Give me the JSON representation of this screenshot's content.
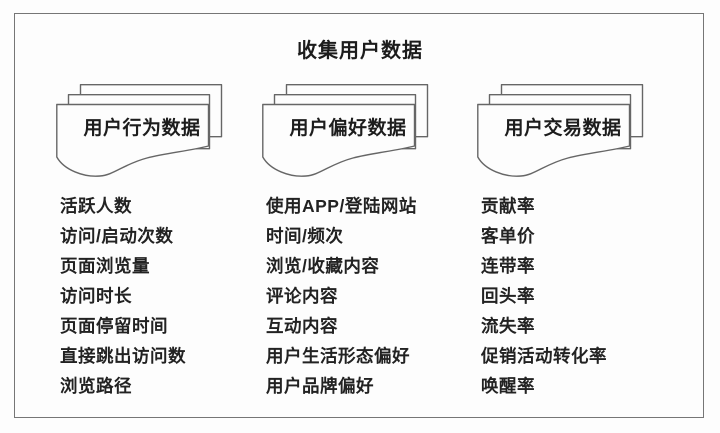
{
  "title": "收集用户数据",
  "colors": {
    "background": "#fdfdfd",
    "frame_border": "#767676",
    "sheet_stroke": "#666666",
    "text": "#222222"
  },
  "columns": [
    {
      "id": "user-behavior-data",
      "doc_label": "用户行为数据",
      "icon": "stacked-documents-icon",
      "items": [
        "活跃人数",
        "访问/启动次数",
        "页面浏览量",
        "访问时长",
        "页面停留时间",
        "直接跳出访问数",
        "浏览路径"
      ]
    },
    {
      "id": "user-preference-data",
      "doc_label": "用户偏好数据",
      "icon": "stacked-documents-icon",
      "items": [
        "使用APP/登陆网站",
        "时间/频次",
        "浏览/收藏内容",
        "评论内容",
        "互动内容",
        "用户生活形态偏好",
        "用户品牌偏好"
      ]
    },
    {
      "id": "user-transaction-data",
      "doc_label": "用户交易数据",
      "icon": "stacked-documents-icon",
      "items": [
        "贡献率",
        "客单价",
        "连带率",
        "回头率",
        "流失率",
        "促销活动转化率",
        "唤醒率"
      ]
    }
  ]
}
